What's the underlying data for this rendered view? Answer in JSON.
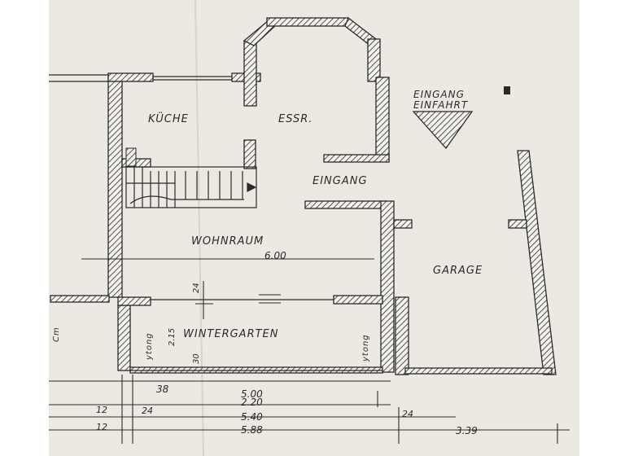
{
  "labels": {
    "kueche": "KÜCHE",
    "essr": "ESSR.",
    "eingang": "EINGANG",
    "eingang_einfahrt_1": "EINGANG",
    "eingang_einfahrt_2": "EINFAHRT",
    "wohnraum": "WOHNRAUM",
    "garage": "GARAGE",
    "wintergarten": "WINTERGARTEN",
    "ytong_left": "ytong",
    "ytong_right": "ytong",
    "left_edge": "Cm"
  },
  "dimensions": {
    "wohnraum_width": "6.00",
    "v24": "24",
    "v215": "2.15",
    "v30": "30",
    "d38": "38",
    "d500": "5.00",
    "d220": "2.20",
    "d12a": "12",
    "d24a": "24",
    "d540": "5.40",
    "d24b": "24",
    "d12b": "12",
    "d588": "5.88",
    "d339": "3.39"
  },
  "colors": {
    "paper": "#ece9e2",
    "ink": "#2a2a2a",
    "wall_fill": "#f4f2ee"
  }
}
